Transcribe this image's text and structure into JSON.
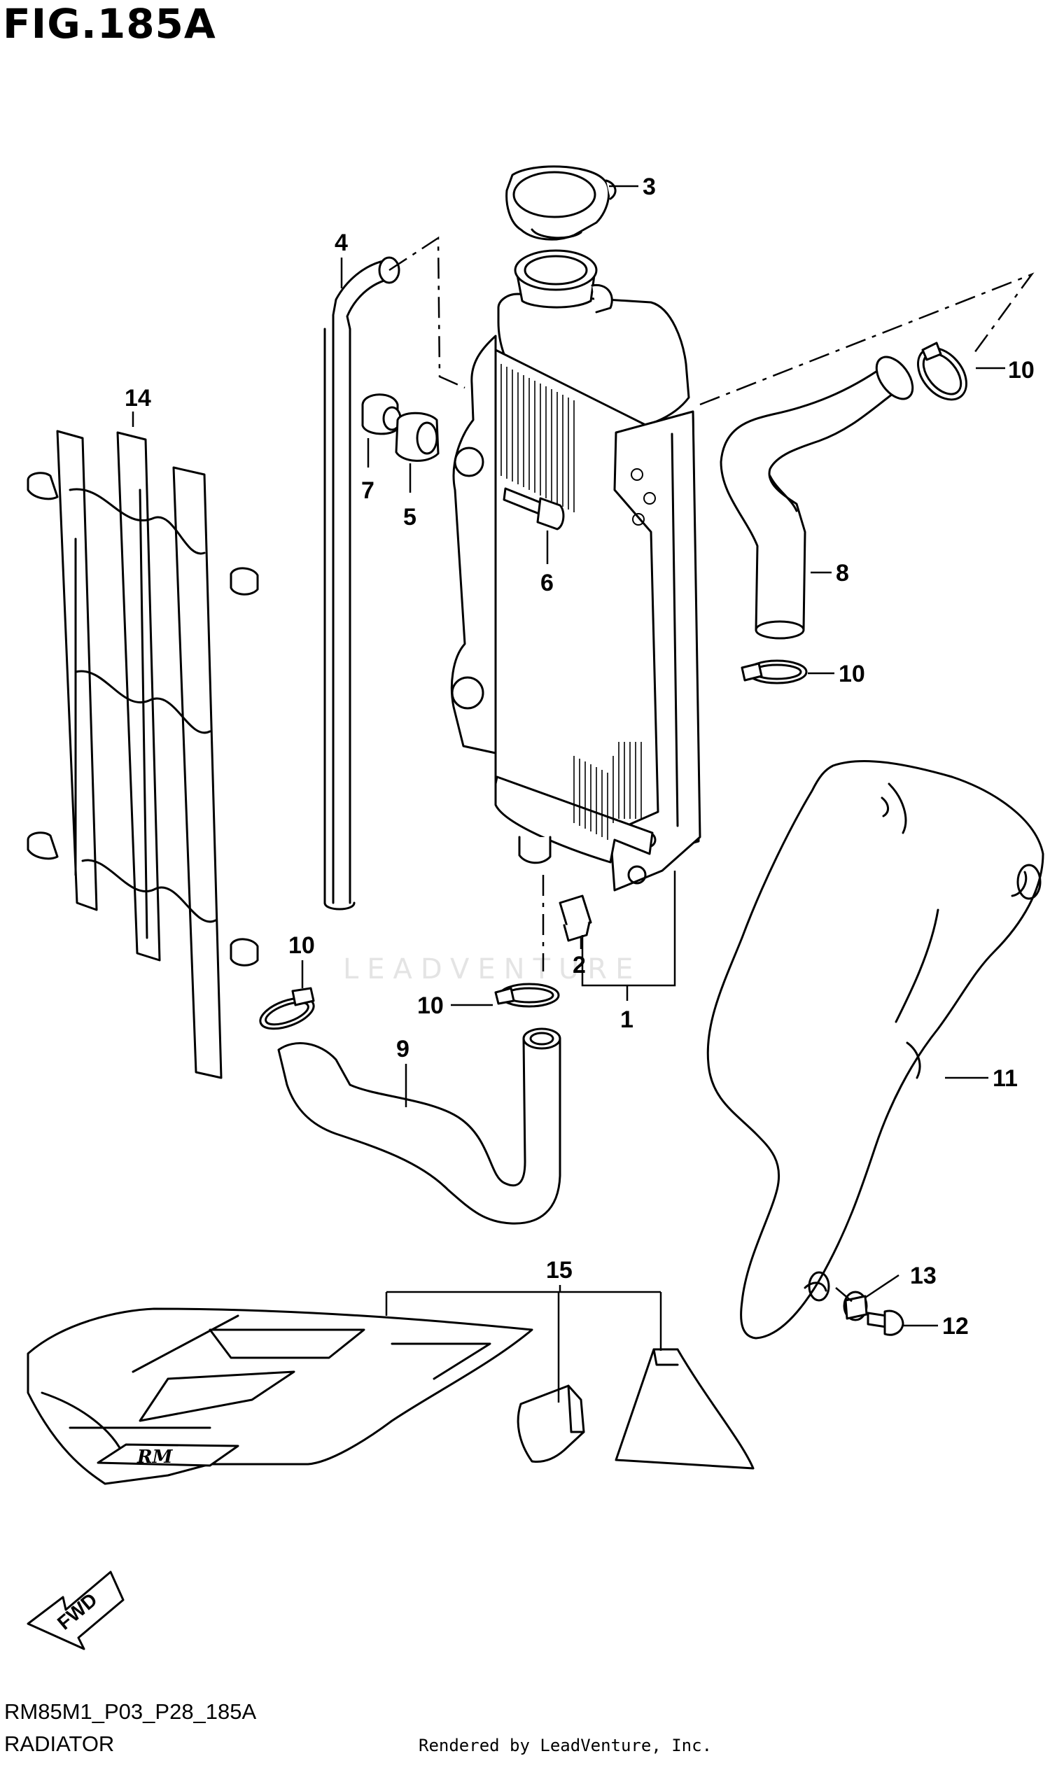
{
  "figure": {
    "title": "FIG.185A",
    "code": "RM85M1_P03_P28_185A",
    "name": "RADIATOR",
    "credit": "Rendered by LeadVenture, Inc.",
    "watermark": "LEADVENTURE"
  },
  "callouts": {
    "c1": "1",
    "c2": "2",
    "c3": "3",
    "c4": "4",
    "c5": "5",
    "c6": "6",
    "c7": "7",
    "c8": "8",
    "c9": "9",
    "c10a": "10",
    "c10b": "10",
    "c10c": "10",
    "c10d": "10",
    "c11": "11",
    "c12": "12",
    "c13": "13",
    "c14": "14",
    "c15": "15"
  },
  "fwd_label": "FWD",
  "decal_text": "RM"
}
